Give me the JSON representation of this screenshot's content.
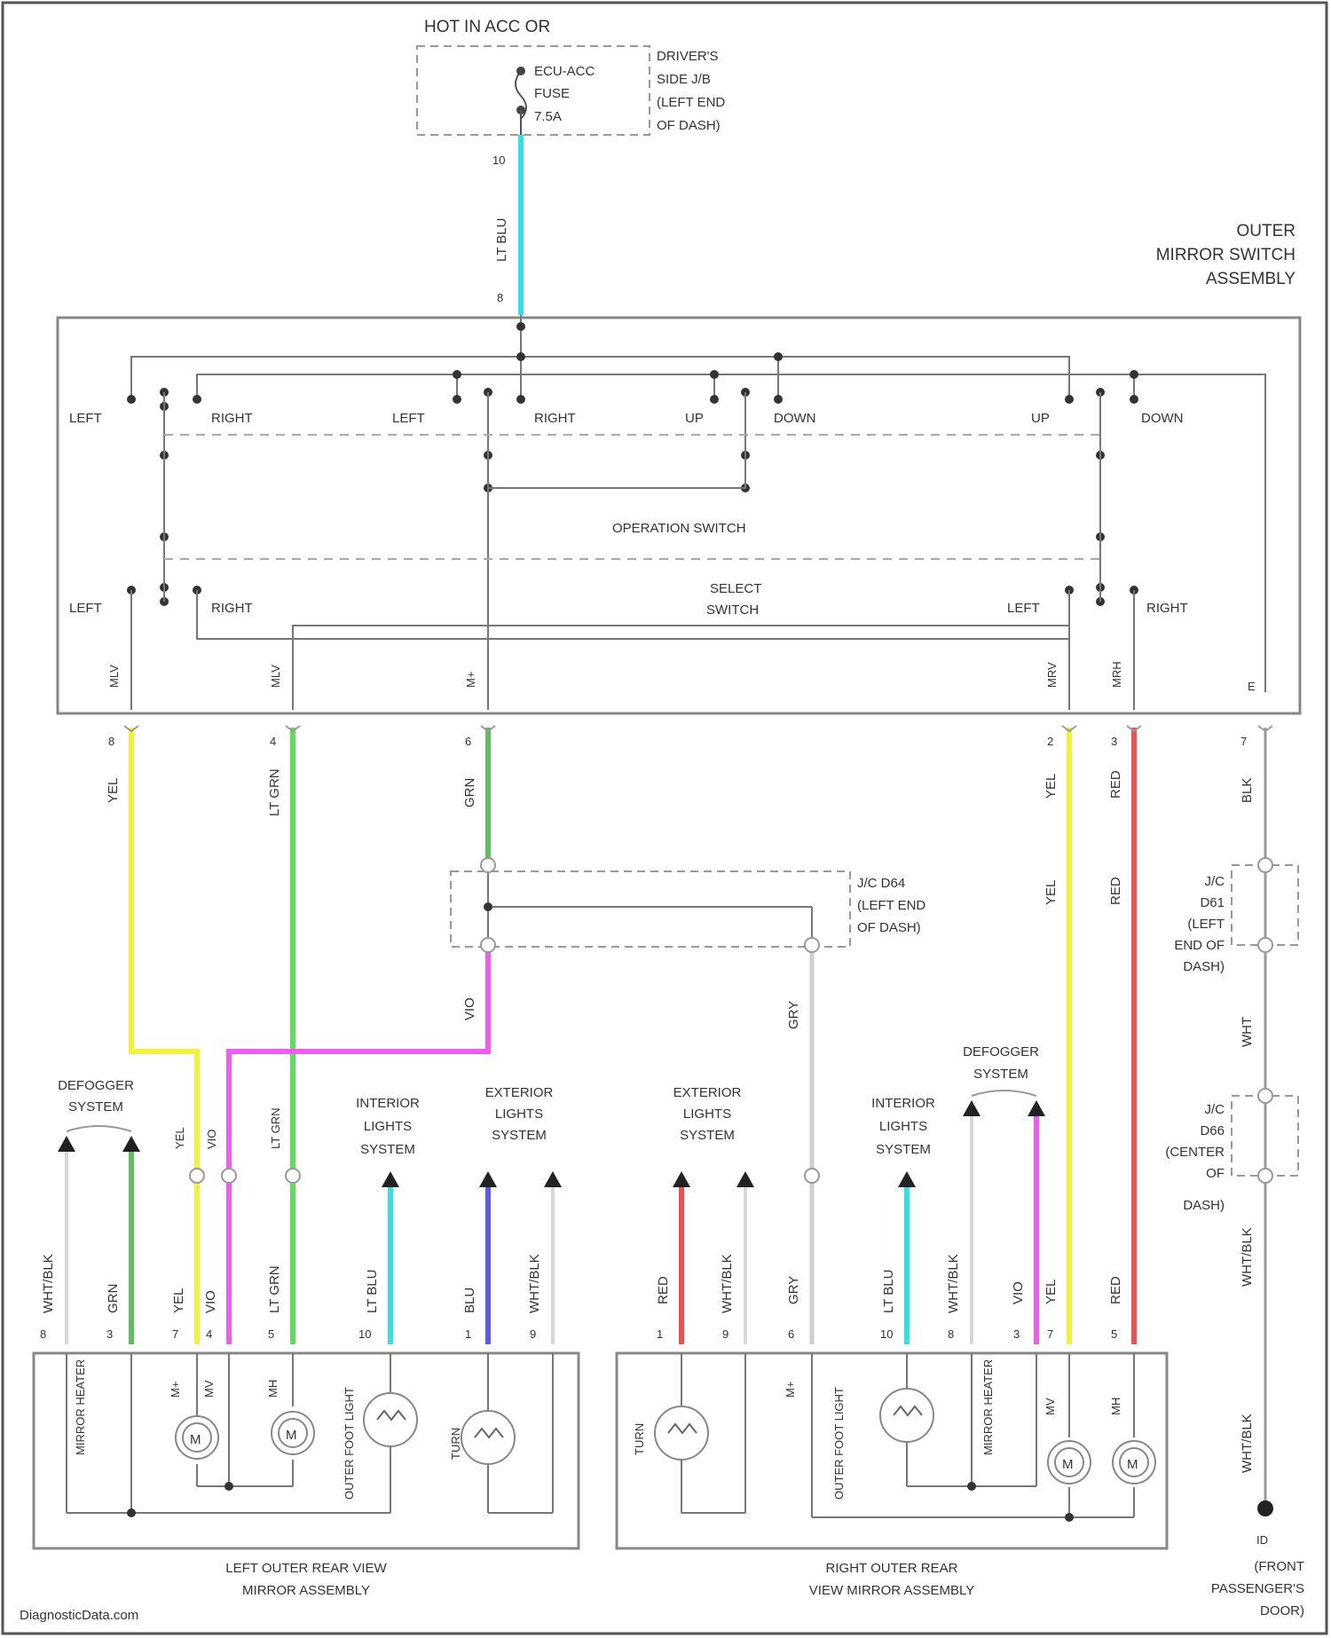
{
  "power": {
    "hot_label": "HOT IN ACC OR",
    "fuse_lines": [
      "ECU-ACC",
      "FUSE",
      "7.5A"
    ],
    "jb_lines": [
      "DRIVER'S",
      "SIDE J/B",
      "(LEFT END",
      "OF DASH)"
    ],
    "feed_wire": "LT BLU",
    "pin_top": "10",
    "pin_bottom": "8"
  },
  "switch_assembly": {
    "title_lines": [
      "OUTER",
      "MIRROR SWITCH",
      "ASSEMBLY"
    ],
    "upper_labels": [
      "LEFT",
      "RIGHT",
      "LEFT",
      "RIGHT",
      "UP",
      "DOWN",
      "UP",
      "DOWN"
    ],
    "operation_switch": "OPERATION SWITCH",
    "select_switch_lines": [
      "SELECT",
      "SWITCH"
    ],
    "lower_labels": [
      "LEFT",
      "RIGHT",
      "LEFT",
      "RIGHT"
    ],
    "terminals": [
      "MLV",
      "MLV",
      "M+",
      "MRV",
      "MRH",
      "E"
    ]
  },
  "harness_wires": [
    "YEL",
    "LT GRN",
    "GRN",
    "YEL",
    "RED",
    "BLK",
    "YEL",
    "RED",
    "WHT"
  ],
  "connector_pins": [
    "8",
    "4",
    "6",
    "2",
    "3",
    "7"
  ],
  "jc_dash": [
    "J/C D64",
    "(LEFT END",
    "OF DASH)"
  ],
  "jc_dash_wires": [
    "VIO",
    "GRY"
  ],
  "jc_d61": [
    "J/C",
    "D61",
    "(LEFT",
    "END OF",
    "DASH)"
  ],
  "jc_d66": [
    "J/C",
    "D66",
    "(CENTER",
    "OF",
    "DASH)"
  ],
  "left_mirror": {
    "title_lines": [
      "LEFT OUTER REAR VIEW",
      "MIRROR ASSEMBLY"
    ],
    "defogger": [
      "DEFOGGER",
      "SYSTEM"
    ],
    "interior": [
      "INTERIOR",
      "LIGHTS",
      "SYSTEM"
    ],
    "exterior": [
      "EXTERIOR",
      "LIGHTS",
      "SYSTEM"
    ],
    "splice_wires": [
      "YEL",
      "VIO",
      "LT GRN"
    ],
    "wires": [
      "WHT/BLK",
      "GRN",
      "YEL",
      "VIO",
      "LT GRN",
      "LT BLU",
      "BLU",
      "WHT/BLK"
    ],
    "pins": [
      "8",
      "3",
      "7",
      "4",
      "5",
      "10",
      "1",
      "9"
    ],
    "components": [
      "MIRROR HEATER",
      "M+",
      "MV",
      "MH",
      "OUTER FOOT LIGHT",
      "TURN"
    ]
  },
  "right_mirror": {
    "title_lines": [
      "RIGHT OUTER REAR",
      "VIEW MIRROR ASSEMBLY"
    ],
    "defogger": [
      "DEFOGGER",
      "SYSTEM"
    ],
    "interior": [
      "INTERIOR",
      "LIGHTS",
      "SYSTEM"
    ],
    "exterior": [
      "EXTERIOR",
      "LIGHTS",
      "SYSTEM"
    ],
    "wires": [
      "RED",
      "WHT/BLK",
      "GRY",
      "LT BLU",
      "WHT/BLK",
      "VIO",
      "YEL",
      "RED"
    ],
    "pins": [
      "1",
      "9",
      "6",
      "10",
      "8",
      "3",
      "7",
      "5"
    ],
    "components": [
      "TURN",
      "M+",
      "OUTER FOOT LIGHT",
      "MIRROR HEATER",
      "MV",
      "MH"
    ]
  },
  "ground": {
    "wires": [
      "WHT",
      "WHT/BLK",
      "WHT/BLK"
    ],
    "label_lines": [
      "(FRONT",
      "PASSENGER'S",
      "DOOR)"
    ],
    "code": "ID"
  },
  "watermark": "DiagnosticData.com",
  "colors": {
    "lt_blu": "#34e0e8",
    "yel": "#f2f23a",
    "lt_grn": "#5ee05e",
    "grn": "#5fbf5f",
    "vio": "#f05cf0",
    "red": "#f05050",
    "blu": "#5a5aee",
    "gry": "#cfcfcf",
    "wht": "#d8d8d8",
    "line": "#777777"
  }
}
